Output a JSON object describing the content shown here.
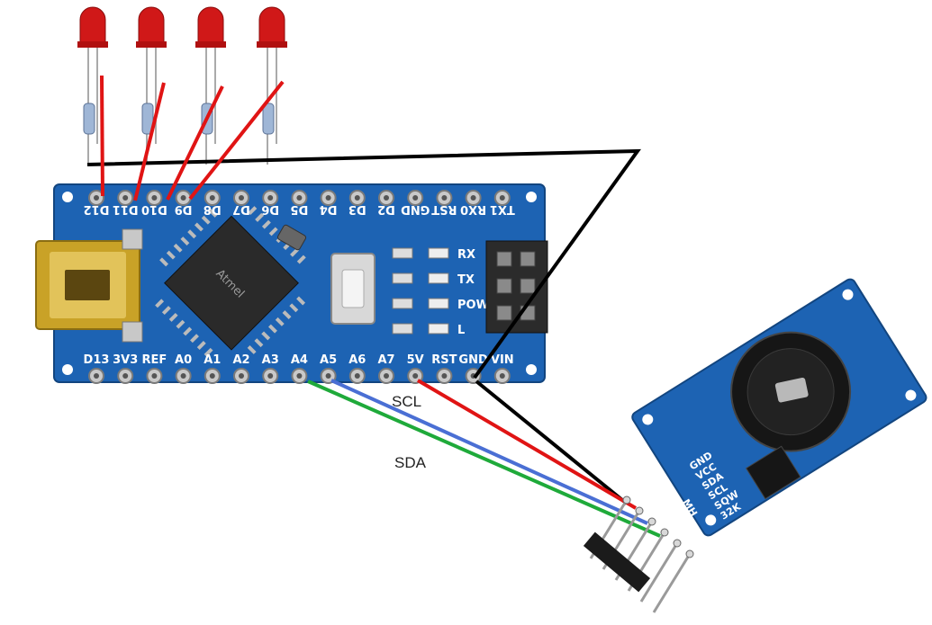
{
  "colors": {
    "board": "#1d63b3",
    "board_dark": "#12457f",
    "wire_red": "#e01414",
    "wire_black": "#000000",
    "wire_blue": "#4a6fd4",
    "wire_green": "#1faa3a",
    "led": "#d01818",
    "usb": "#c9a227"
  },
  "nano": {
    "top_pins": [
      "D12",
      "D11",
      "D10",
      "D9",
      "D8",
      "D7",
      "D6",
      "D5",
      "D4",
      "D3",
      "D2",
      "GND",
      "RST",
      "RX0",
      "TX1"
    ],
    "bottom_pins": [
      "D13",
      "3V3",
      "REF",
      "A0",
      "A1",
      "A2",
      "A3",
      "A4",
      "A5",
      "A6",
      "A7",
      "5V",
      "RST",
      "GND",
      "VIN"
    ],
    "indicators": [
      "RX",
      "TX",
      "POW",
      "L"
    ],
    "chip_text": "Atmel"
  },
  "rtc": {
    "pins": [
      "GND",
      "VCC",
      "SDA",
      "SCL",
      "SQW",
      "32K"
    ],
    "brand": "MH"
  },
  "wires": {
    "scl_label": "SCL",
    "sda_label": "SDA"
  },
  "leds": {
    "count": 4,
    "icon": "led-icon"
  }
}
